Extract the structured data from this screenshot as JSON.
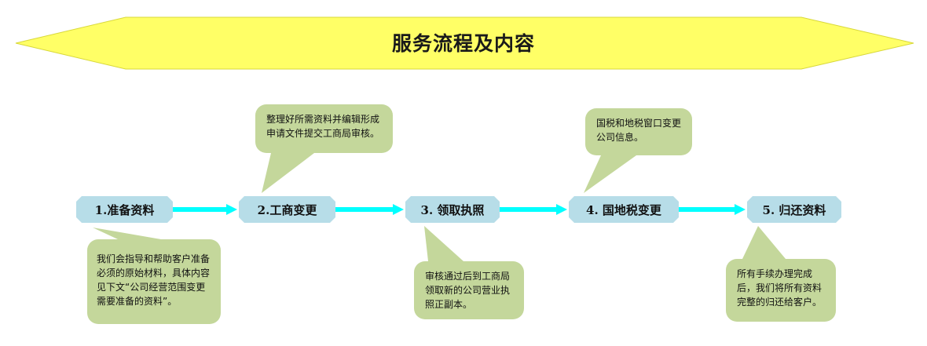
{
  "title": "服务流程及内容",
  "colors": {
    "banner": "#ffff66",
    "banner_stroke": "#d8d83a",
    "step_fill": "#b7dde8",
    "arrow": "#00ffff",
    "callout": "#c4d79b"
  },
  "steps": [
    {
      "label": "1.准备资料"
    },
    {
      "label": "2.工商变更"
    },
    {
      "label": "3. 领取执照"
    },
    {
      "label": "4. 国地税变更"
    },
    {
      "label": "5. 归还资料"
    }
  ],
  "notes": [
    {
      "step": 1,
      "text": "我们会指导和帮助客户准备必须的原始材料，具体内容见下文“公司经营范围变更需要准备的资料”。"
    },
    {
      "step": 2,
      "text": "整理好所需资料并编辑形成申请文件提交工商局审核。"
    },
    {
      "step": 3,
      "text": "审核通过后到工商局领取新的公司营业执照正副本。"
    },
    {
      "step": 4,
      "text": "国税和地税窗口变更公司信息。"
    },
    {
      "step": 5,
      "text": "所有手续办理完成后，我们将所有资料完整的归还给客户。"
    }
  ]
}
